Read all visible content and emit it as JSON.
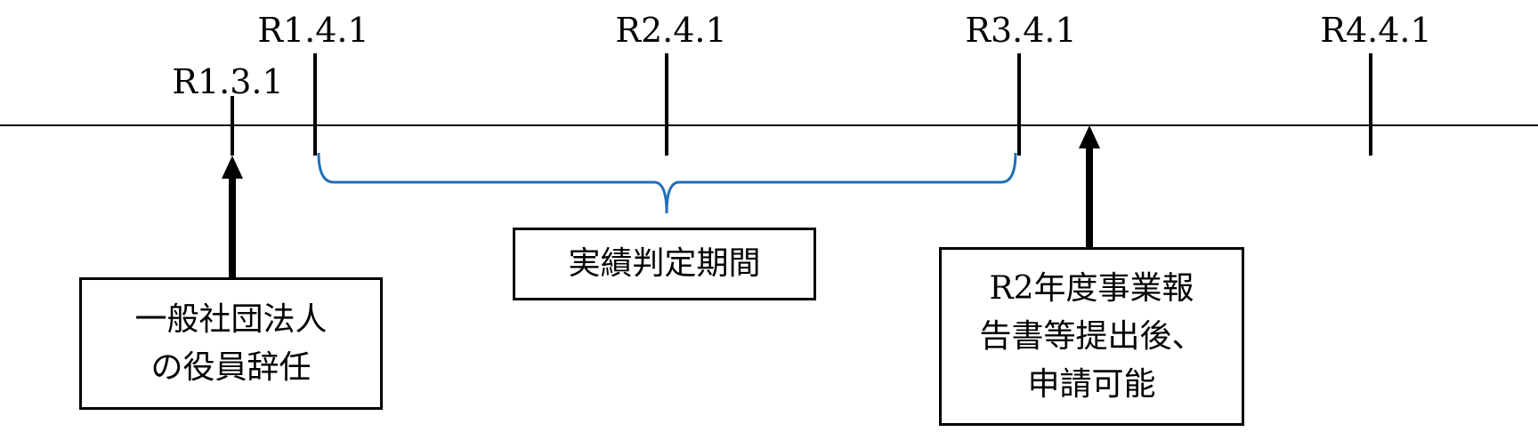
{
  "timeline": {
    "dates": [
      {
        "id": "r1-3-1",
        "label": "R1.3.1"
      },
      {
        "id": "r1-4-1",
        "label": "R1.4.1"
      },
      {
        "id": "r2-4-1",
        "label": "R2.4.1"
      },
      {
        "id": "r3-4-1",
        "label": "R3.4.1"
      },
      {
        "id": "r4-4-1",
        "label": "R4.4.1"
      }
    ]
  },
  "boxes": {
    "resignation": "一般社団法人\nの役員辞任",
    "period": "実績判定期間",
    "application": "R2年度事業報\n告書等提出後、\n申請可能"
  },
  "colors": {
    "line": "#000000",
    "brace": "#1f6fb8"
  }
}
